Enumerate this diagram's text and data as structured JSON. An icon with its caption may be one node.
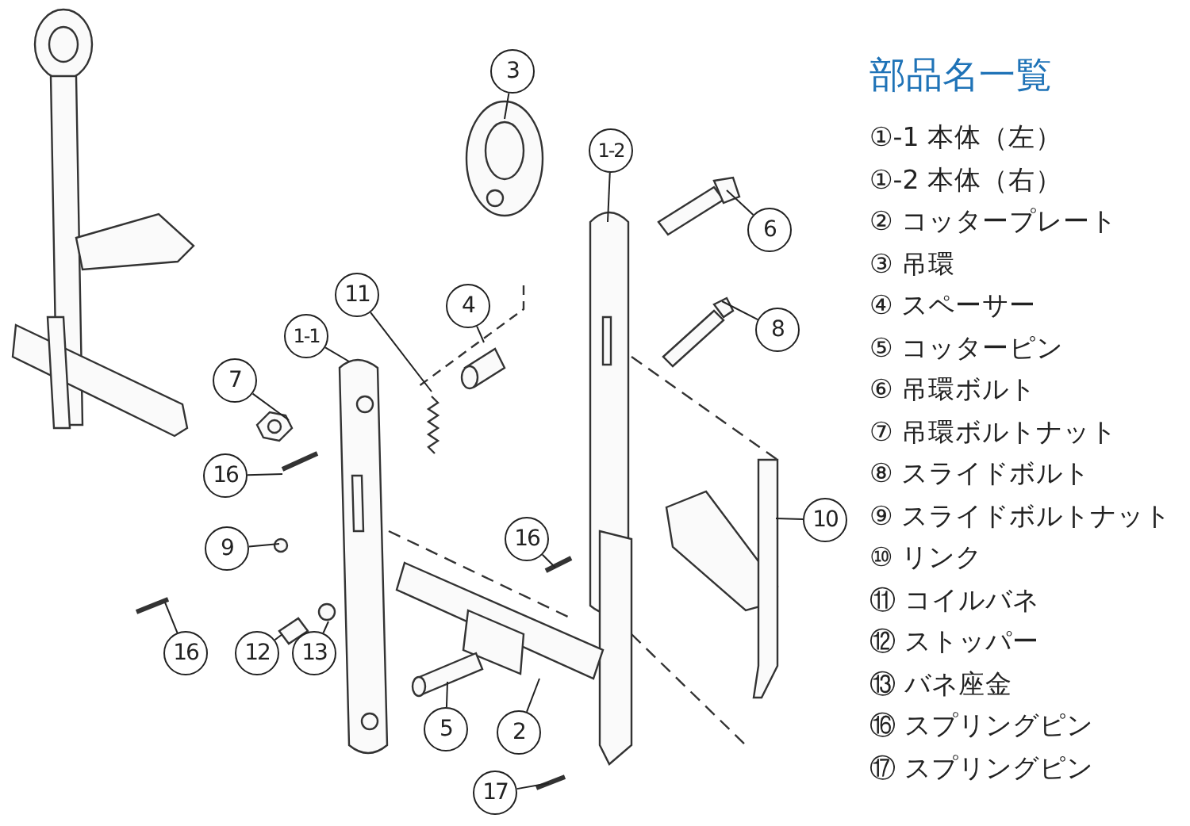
{
  "diagram": {
    "title": "部品名一覧",
    "nodes": [
      {
        "text": [
          "3"
        ]
      },
      {
        "text": [
          "1-2"
        ]
      },
      {
        "text": [
          "6"
        ]
      },
      {
        "text": [
          "11"
        ]
      },
      {
        "text": [
          "4"
        ]
      },
      {
        "text": [
          "8"
        ]
      },
      {
        "text": [
          "1-1"
        ]
      },
      {
        "text": [
          "7"
        ]
      },
      {
        "text": [
          "16"
        ]
      },
      {
        "text": [
          "9"
        ]
      },
      {
        "text": [
          "10"
        ]
      },
      {
        "text": [
          "16"
        ]
      },
      {
        "text": [
          "16"
        ]
      },
      {
        "text": [
          "12"
        ]
      },
      {
        "text": [
          "13"
        ]
      },
      {
        "text": [
          "5"
        ]
      },
      {
        "text": [
          "2"
        ]
      },
      {
        "text": [
          "17"
        ]
      }
    ],
    "edges": [
      {
        "from": 0,
        "to": null,
        "arrow": "none"
      },
      {
        "from": 1,
        "to": null,
        "arrow": "none"
      },
      {
        "from": 2,
        "to": null,
        "arrow": "none"
      },
      {
        "from": 3,
        "to": null,
        "arrow": "none"
      },
      {
        "from": 4,
        "to": null,
        "arrow": "none"
      },
      {
        "from": 5,
        "to": null,
        "arrow": "none"
      },
      {
        "from": 6,
        "to": null,
        "arrow": "none"
      },
      {
        "from": 7,
        "to": null,
        "arrow": "none"
      },
      {
        "from": 8,
        "to": null,
        "arrow": "none"
      },
      {
        "from": 9,
        "to": null,
        "arrow": "none"
      },
      {
        "from": 10,
        "to": null,
        "arrow": "none"
      },
      {
        "from": 11,
        "to": null,
        "arrow": "none"
      },
      {
        "from": 12,
        "to": null,
        "arrow": "none"
      },
      {
        "from": 13,
        "to": null,
        "arrow": "none"
      },
      {
        "from": 14,
        "to": null,
        "arrow": "none"
      },
      {
        "from": 15,
        "to": null,
        "arrow": "none"
      },
      {
        "from": 16,
        "to": null,
        "arrow": "none"
      },
      {
        "from": 17,
        "to": null,
        "arrow": "none"
      }
    ],
    "labels": [
      "①-1 本体（左）",
      "①-2 本体（右）",
      "② コッタープレート",
      "③ 吊環",
      "④ スペーサー",
      "⑤ コッターピン",
      "⑥ 吊環ボルト",
      "⑦ 吊環ボルトナット",
      "⑧ スライドボルト",
      "⑨ スライドボルトナット",
      "⑩ リンク",
      "⑪ コイルバネ",
      "⑫ ストッパー",
      "⑬ バネ座金",
      "⑯ スプリングピン",
      "⑰ スプリングピン"
    ]
  }
}
